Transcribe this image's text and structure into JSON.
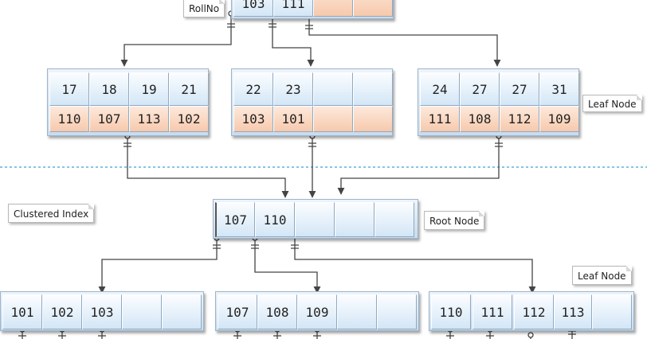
{
  "separator_color": "#3fa0d8",
  "nonclustered": {
    "label_column": "RollNo",
    "root": {
      "keys": [
        "103",
        "111",
        "",
        ""
      ]
    },
    "leaf_label": "Leaf Node",
    "leaves": [
      {
        "keys": [
          "17",
          "18",
          "19",
          "21"
        ],
        "pointers": [
          "110",
          "107",
          "113",
          "102"
        ]
      },
      {
        "keys": [
          "22",
          "23",
          "",
          ""
        ],
        "pointers": [
          "103",
          "101",
          "",
          ""
        ]
      },
      {
        "keys": [
          "24",
          "27",
          "27",
          "31"
        ],
        "pointers": [
          "111",
          "108",
          "112",
          "109"
        ]
      }
    ]
  },
  "clustered": {
    "label": "Clustered Index",
    "root_label": "Root Node",
    "root": {
      "keys": [
        "107",
        "110",
        "",
        "",
        ""
      ]
    },
    "leaf_label": "Leaf Node",
    "leaves": [
      {
        "keys": [
          "101",
          "102",
          "103",
          "",
          ""
        ]
      },
      {
        "keys": [
          "107",
          "108",
          "109",
          "",
          ""
        ]
      },
      {
        "keys": [
          "110",
          "111",
          "112",
          "113",
          ""
        ]
      }
    ]
  }
}
